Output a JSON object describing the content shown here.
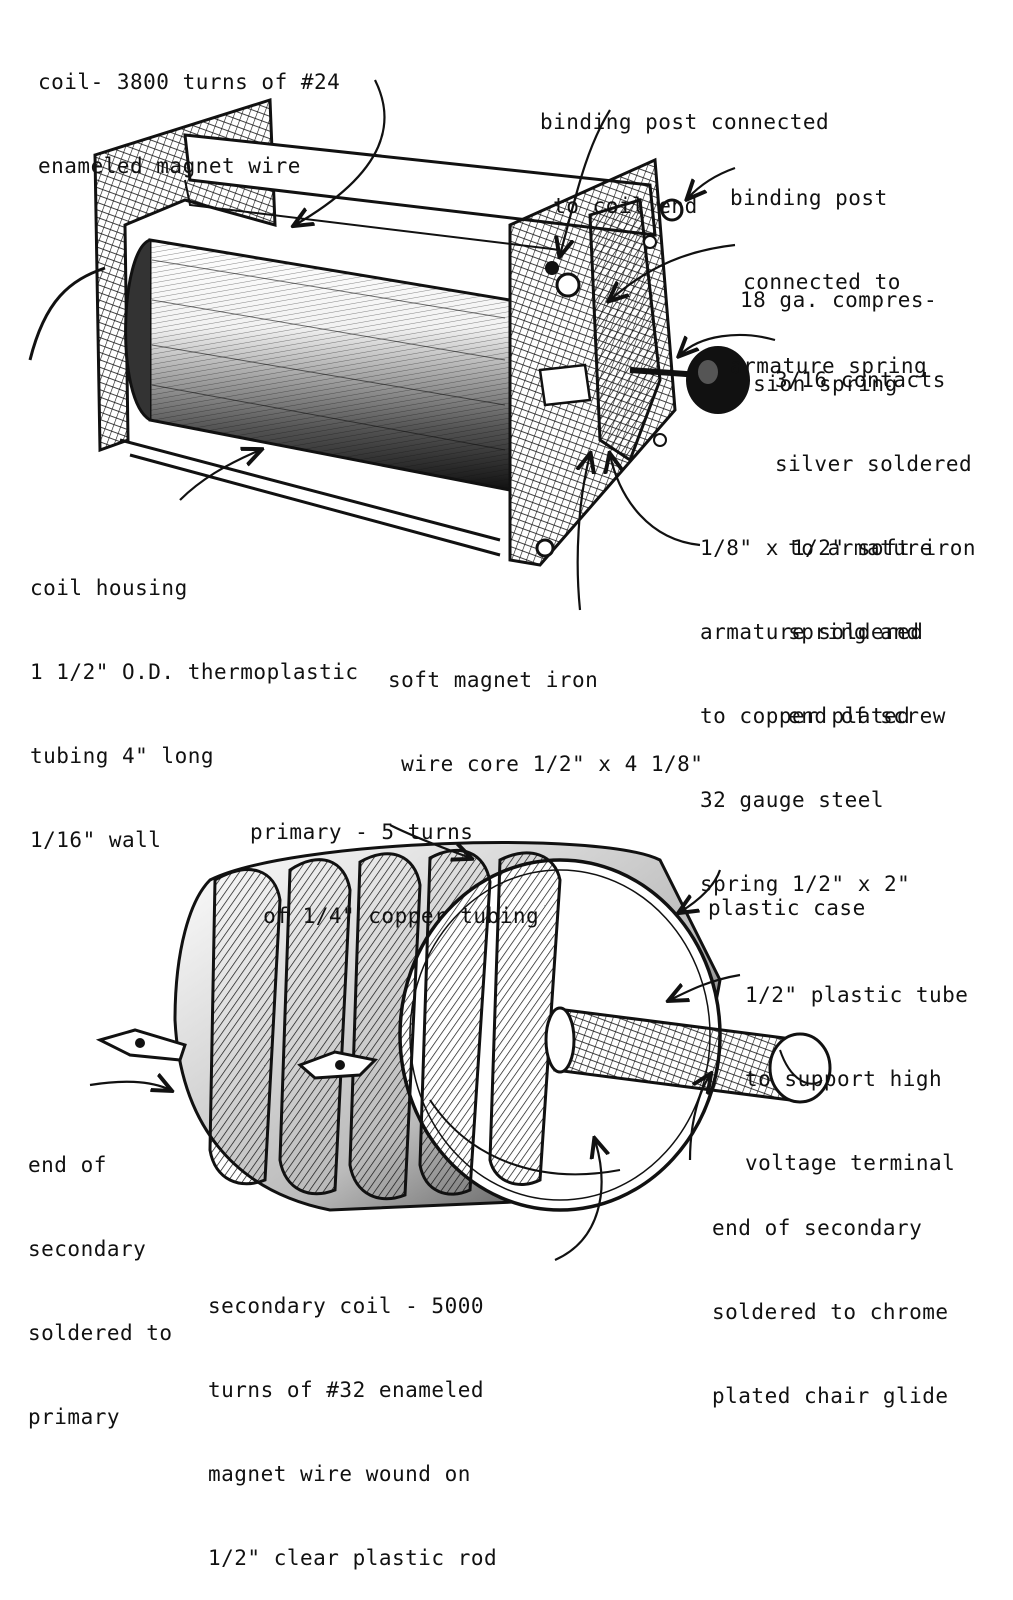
{
  "vibrator_labels": {
    "coil": [
      "coil- 3800 turns of #24",
      "enameled magnet wire"
    ],
    "binding_post_coil": [
      "binding post connected",
      " to coil end"
    ],
    "binding_post_armature": [
      "binding post",
      " connected to",
      "armature spring"
    ],
    "compression_spring": [
      "18 ga. compres-",
      " sion spring"
    ],
    "contacts": [
      "3/16 contacts",
      "silver soldered",
      " to armature",
      " spring and",
      " end of screw"
    ],
    "armature": [
      "1/8\" x 1/2\" soft iron",
      "armature soldered",
      "to copper plated",
      "32 gauge steel",
      "spring 1/2\" x 2\""
    ],
    "core": [
      "soft magnet iron",
      " wire core 1/2\" x 4 1/8\""
    ],
    "coil_housing": [
      "coil housing",
      "1 1/2\" O.D. thermoplastic",
      "tubing 4\" long",
      "1/16\" wall"
    ]
  },
  "transformer_labels": {
    "primary": [
      "primary - 5 turns",
      " of 1/4\" copper tubing"
    ],
    "plastic_case": [
      "plastic case"
    ],
    "plastic_tube": [
      "1/2\" plastic tube",
      "to support high",
      "voltage terminal"
    ],
    "secondary_end_primary": [
      "end of",
      "secondary",
      "soldered to",
      "primary"
    ],
    "secondary_end_glide": [
      "end of secondary",
      "soldered to chrome",
      "plated chair glide"
    ],
    "secondary_coil": [
      "secondary coil - 5000",
      "turns of #32 enameled",
      "magnet wire wound on",
      "1/2\" clear plastic rod"
    ]
  },
  "illustration": {
    "ink_color": "#111111",
    "paper_color": "#ffffff",
    "vibrator_icon": "buzzer-vibrator-illustration",
    "transformer_icon": "high-voltage-coil-illustration"
  }
}
